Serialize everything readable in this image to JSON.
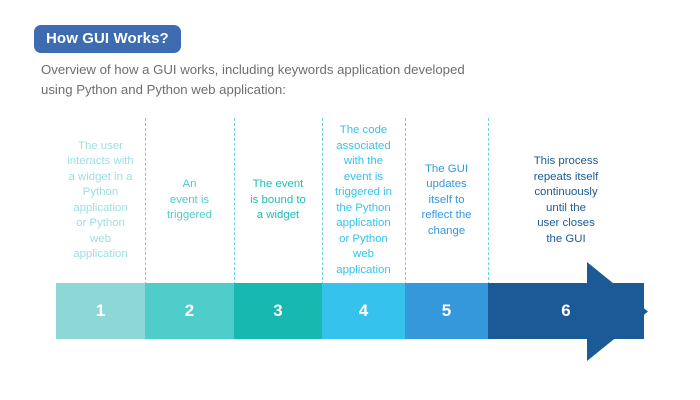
{
  "header": {
    "badge_label": "How GUI Works?",
    "badge_color": "#3d6cb0",
    "subtitle": "Overview of how a GUI works, including keywords application developed\nusing Python and Python web application:"
  },
  "diagram": {
    "type": "process-arrow",
    "divider_color": "#67d2e0",
    "arrow_head_color": "#1b5a96",
    "steps": [
      {
        "number": "1",
        "text": "The user\ninteracts with\na widget in a\nPython\napplication\nor Python\nweb\napplication",
        "text_color": "#9ddfdd",
        "segment_color": "#8dd8d7",
        "width": 89
      },
      {
        "number": "2",
        "text": "An\nevent is\ntriggered",
        "text_color": "#4ecdcb",
        "segment_color": "#4ecdcb",
        "width": 89
      },
      {
        "number": "3",
        "text": "The event\nis bound to\na widget",
        "text_color": "#1fbdb5",
        "segment_color": "#17b8b0",
        "width": 88
      },
      {
        "number": "4",
        "text": "The code\nassociated\nwith the\nevent is\ntriggered in\nthe Python\napplication\nor Python\nweb\napplication",
        "text_color": "#35c3ee",
        "segment_color": "#35c3ee",
        "width": 83
      },
      {
        "number": "5",
        "text": "The GUI\nupdates\nitself to\nreflect the\nchange",
        "text_color": "#3498db",
        "segment_color": "#3498db",
        "width": 83
      },
      {
        "number": "6",
        "text": "This process\nrepeats itself\ncontinuously\nuntil the\nuser closes\nthe GUI",
        "text_color": "#1b5a96",
        "segment_color": "#1b5a96",
        "width": 156
      }
    ]
  }
}
